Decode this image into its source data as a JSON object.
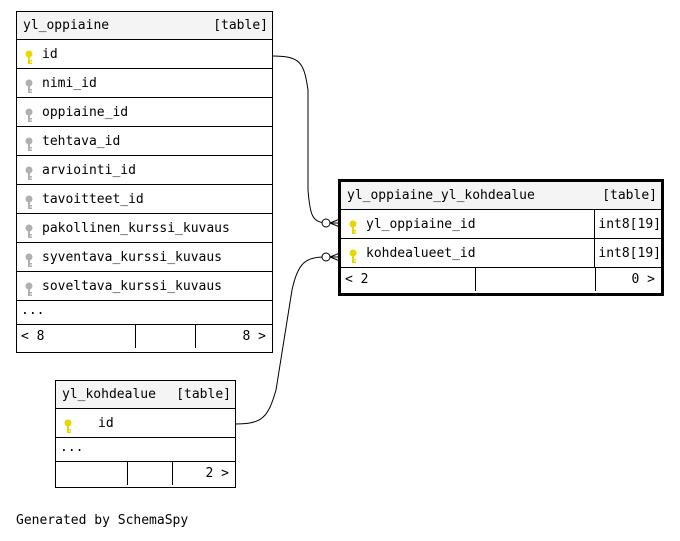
{
  "tables": {
    "yl_oppiaine": {
      "name": "yl_oppiaine",
      "kind": "[table]",
      "columns": [
        {
          "name": "id",
          "key": "primary"
        },
        {
          "name": "nimi_id",
          "key": "foreign"
        },
        {
          "name": "oppiaine_id",
          "key": "foreign"
        },
        {
          "name": "tehtava_id",
          "key": "foreign"
        },
        {
          "name": "arviointi_id",
          "key": "foreign"
        },
        {
          "name": "tavoitteet_id",
          "key": "foreign"
        },
        {
          "name": "pakollinen_kurssi_kuvaus",
          "key": "foreign"
        },
        {
          "name": "syventava_kurssi_kuvaus",
          "key": "foreign"
        },
        {
          "name": "soveltava_kurssi_kuvaus",
          "key": "foreign"
        }
      ],
      "more": "...",
      "parents": "< 8",
      "children": "8 >"
    },
    "yl_oppiaine_yl_kohdealue": {
      "name": "yl_oppiaine_yl_kohdealue",
      "kind": "[table]",
      "columns": [
        {
          "name": "yl_oppiaine_id",
          "type": "int8[19]",
          "key": "primary"
        },
        {
          "name": "kohdealueet_id",
          "type": "int8[19]",
          "key": "primary"
        }
      ],
      "parents": "< 2",
      "children": "0 >"
    },
    "yl_kohdealue": {
      "name": "yl_kohdealue",
      "kind": "[table]",
      "columns": [
        {
          "name": "id",
          "key": "primary"
        }
      ],
      "more": "...",
      "children": "2 >"
    }
  },
  "colors": {
    "primary_key": "#e8d800",
    "foreign_key": "#b0b0b0",
    "header_bg": "#f4f4f4"
  },
  "footer": "Generated by SchemaSpy"
}
